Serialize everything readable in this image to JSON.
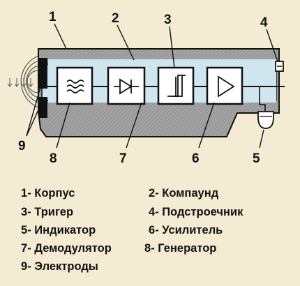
{
  "callouts": {
    "n1": "1",
    "n2": "2",
    "n3": "3",
    "n4": "4",
    "n5": "5",
    "n6": "6",
    "n7": "7",
    "n8": "8",
    "n9": "9"
  },
  "legend": [
    {
      "number": "1",
      "text": "- Корпус"
    },
    {
      "number": "2",
      "text": "- Компаунд"
    },
    {
      "number": "3",
      "text": "- Тригер"
    },
    {
      "number": "4",
      "text": "- Подстроечник"
    },
    {
      "number": "5",
      "text": "- Индикатор"
    },
    {
      "number": "6",
      "text": "- Усилитель"
    },
    {
      "number": "7",
      "text": "- Демодулятор"
    },
    {
      "number": "8",
      "text": "- Генератор"
    },
    {
      "number": "9",
      "text": "- Электроды"
    }
  ],
  "block_icons": [
    "generator-waves-icon",
    "diode-icon",
    "hysteresis-trigger-icon",
    "amplifier-triangle-icon"
  ],
  "colors": {
    "background": "#f3ecd2",
    "housing": "#9a9a9a",
    "compound": "#cfe6ee",
    "block_fill": "#ffffff",
    "line": "#111111"
  }
}
